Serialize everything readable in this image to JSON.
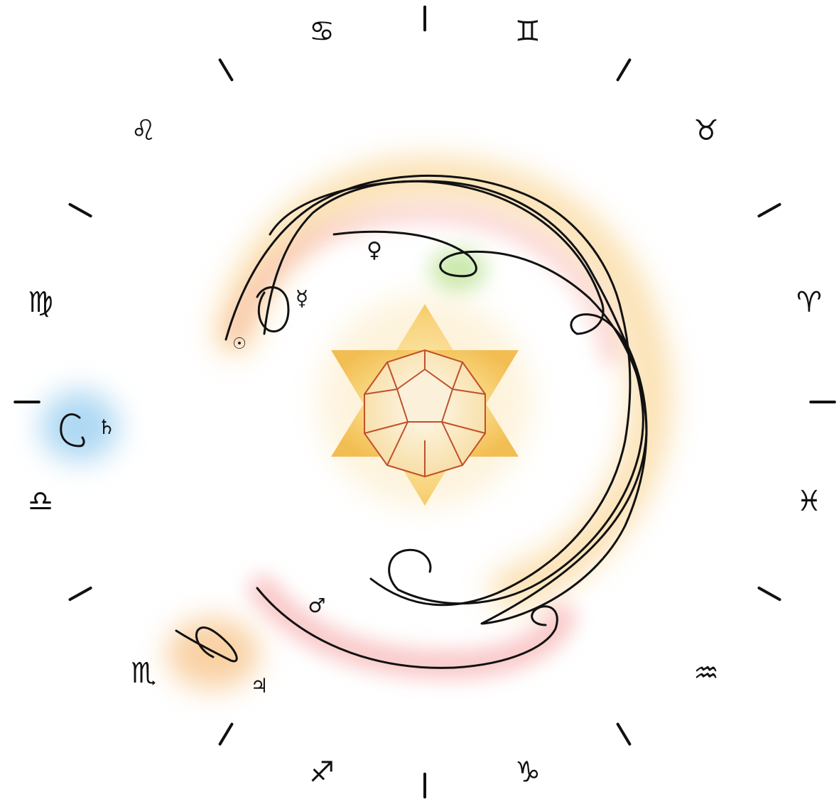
{
  "zodiac": [
    {
      "key": "gemini",
      "glyph": "♊",
      "color": "#5a1a1a"
    },
    {
      "key": "taurus",
      "glyph": "♉",
      "color": "#111111"
    },
    {
      "key": "aries",
      "glyph": "♈",
      "color": "#111111"
    },
    {
      "key": "pisces",
      "glyph": "♓",
      "color": "#111111"
    },
    {
      "key": "aquarius",
      "glyph": "♒",
      "color": "#111111"
    },
    {
      "key": "capricorn",
      "glyph": "♑",
      "color": "#111111"
    },
    {
      "key": "sagittarius",
      "glyph": "♐",
      "color": "#111111"
    },
    {
      "key": "scorpio",
      "glyph": "♏",
      "color": "#111111"
    },
    {
      "key": "libra",
      "glyph": "♎",
      "color": "#111111"
    },
    {
      "key": "virgo",
      "glyph": "♍",
      "color": "#111111"
    },
    {
      "key": "leo",
      "glyph": "♌",
      "color": "#111111"
    },
    {
      "key": "cancer",
      "glyph": "♋",
      "color": "#111111"
    }
  ],
  "planets": {
    "sun": "☉",
    "mercury": "☿",
    "venus": "♀",
    "mars": "♂",
    "jupiter": "♃",
    "saturn": "♄"
  },
  "glow_colors": {
    "sun_band": "#f7c56a",
    "venus": "#b5e08a",
    "mars": "#f59a9a",
    "jupiter": "#f5b266",
    "saturn": "#8cc8ee",
    "star": "#f8c24a",
    "dodecahedron_edge": "#c0502a"
  }
}
